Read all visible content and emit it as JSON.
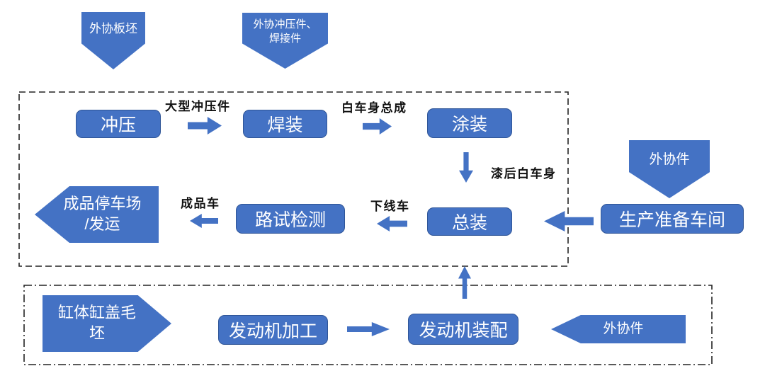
{
  "colors": {
    "shape_fill": "#4472C4",
    "shape_border": "#2F5597",
    "label_text": "#111111",
    "box_text": "#FFFFFF",
    "boundary_stroke": "#222222"
  },
  "banners": {
    "plate_blank": "外协板坯",
    "stamping_welding_parts": "外协冲压件、\n焊接件",
    "outsourced_parts_right": "外协件",
    "outsourced_parts_bottom": "外协件",
    "cylinder_blank": "缸体缸盖毛\n坯",
    "finished_parking": "成品停车场\n/发运"
  },
  "boxes": {
    "stamping": "冲压",
    "welding": "焊装",
    "painting": "涂装",
    "final_assembly": "总装",
    "road_test": "路试检测",
    "production_prep": "生产准备车间",
    "engine_machining": "发动机加工",
    "engine_assembly": "发动机装配"
  },
  "edge_labels": {
    "large_stampings": "大型冲压件",
    "body_in_white": "白车身总成",
    "painted_body": "漆后白车身",
    "finished_vehicle": "成品车",
    "offline_vehicle": "下线车"
  }
}
